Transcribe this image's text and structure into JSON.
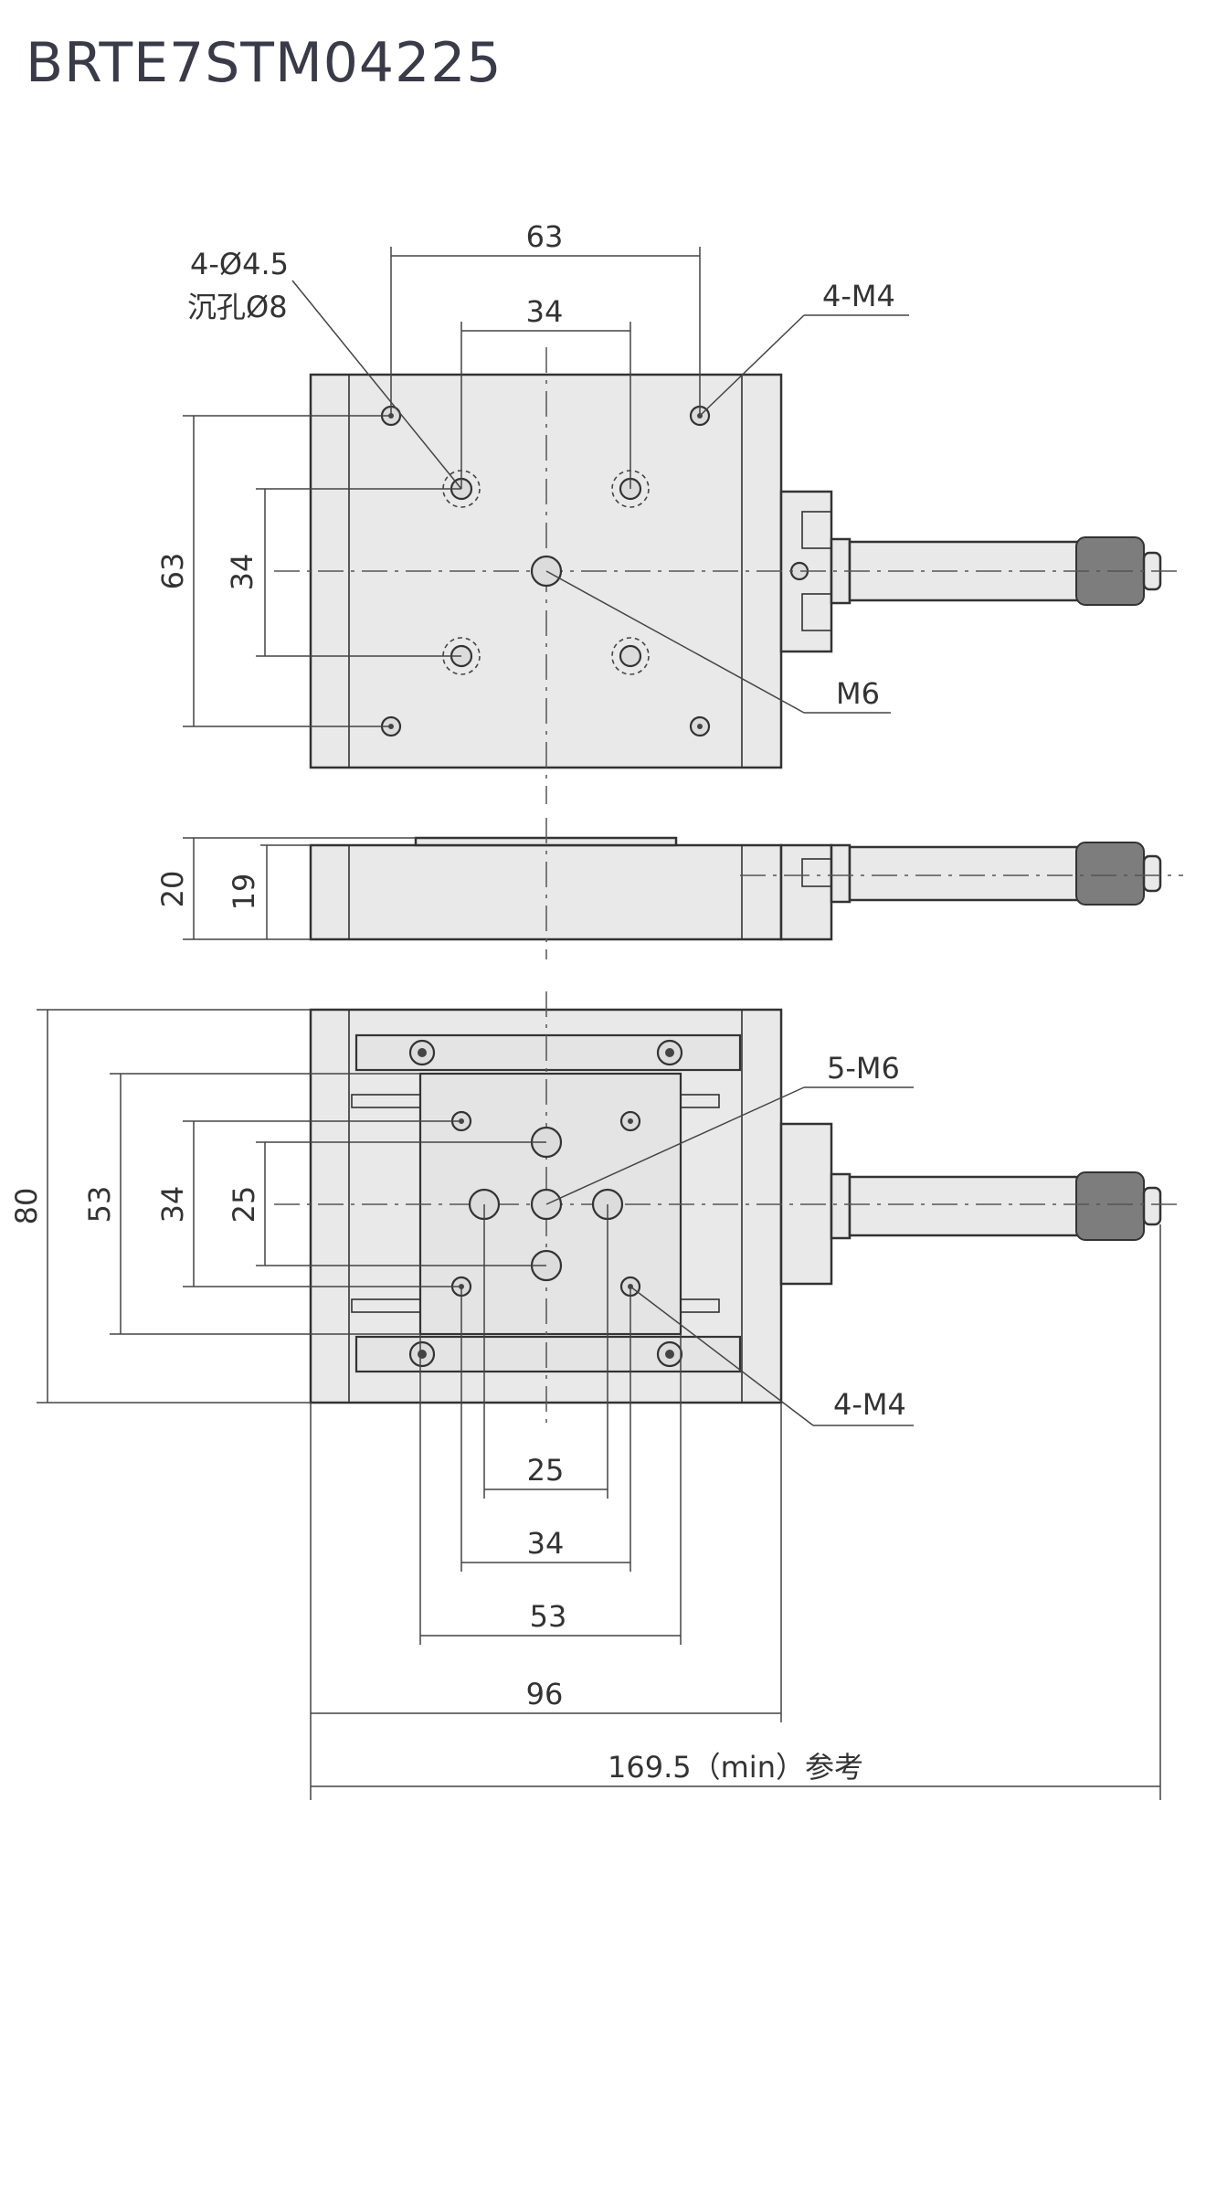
{
  "title": "BRTE7STM04225",
  "top_view": {
    "dim_width_outer": "63",
    "dim_width_inner": "34",
    "dim_height_outer": "63",
    "dim_height_inner": "34",
    "callout_counterbore_line1": "4-Ø4.5",
    "callout_counterbore_line2": "沉孔Ø8",
    "callout_m4": "4-M4",
    "callout_m6": "M6"
  },
  "side_view": {
    "dim_height_total": "20",
    "dim_height_body": "19"
  },
  "bottom_view": {
    "dim_height_total": "80",
    "dim_height_53": "53",
    "dim_height_34": "34",
    "dim_height_25": "25",
    "dim_width_25": "25",
    "dim_width_34": "34",
    "dim_width_53": "53",
    "dim_width_96": "96",
    "dim_width_total": "169.5（min）参考",
    "callout_m6": "5-M6",
    "callout_m4": "4-M4"
  }
}
